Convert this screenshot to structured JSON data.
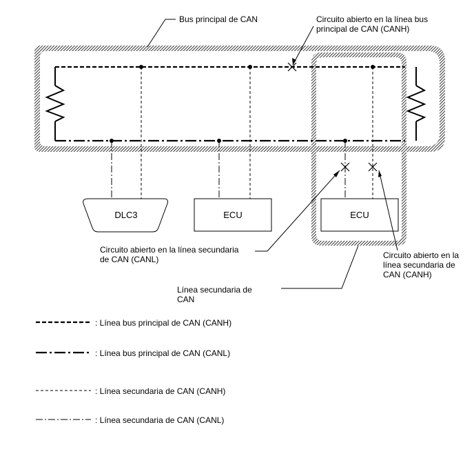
{
  "labels": {
    "bus_principal": "Bus principal de CAN",
    "open_canh_main": [
      "Circuito abierto en la línea bus",
      "principal de CAN (CANH)"
    ],
    "open_canl_branch": [
      "Circuito abierto en la línea secundaria",
      "de CAN (CANL)"
    ],
    "open_canh_branch": [
      "Circuito abierto en la",
      "línea secundaria de",
      "CAN (CANH)"
    ],
    "branch_line": [
      "Línea secundaria de",
      "CAN"
    ]
  },
  "components": {
    "dlc3": "DLC3",
    "ecu_middle": "ECU",
    "ecu_right": "ECU"
  },
  "legend": [
    {
      "style": "bus-canh",
      "label": ": Línea bus principal de CAN (CANH)"
    },
    {
      "style": "bus-canl",
      "label": ": Línea bus principal de CAN (CANL)"
    },
    {
      "style": "branch-canh",
      "label": ": Línea secundaria de CAN (CANH)"
    },
    {
      "style": "branch-canl",
      "label": ": Línea secundaria de CAN (CANL)"
    }
  ]
}
